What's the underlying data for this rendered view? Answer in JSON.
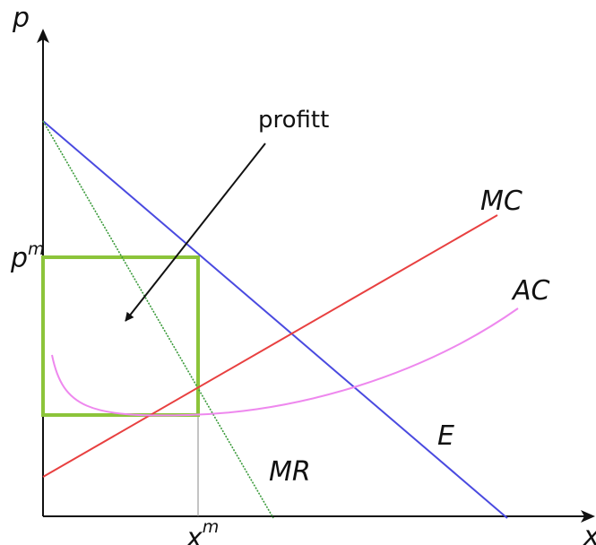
{
  "axes": {
    "y_label": "p",
    "x_label": "x"
  },
  "markers": {
    "price_base": "p",
    "price_sup": "m",
    "quantity_base": "x",
    "quantity_sup": "m"
  },
  "annotation": {
    "profit_label": "profitt"
  },
  "curves": {
    "demand": {
      "label": "E",
      "color": "#4a4ae0"
    },
    "marginal_revenue": {
      "label": "MR",
      "color": "#3a9a3a"
    },
    "marginal_cost": {
      "label": "MC",
      "color": "#e84040"
    },
    "average_cost": {
      "label": "AC",
      "color": "#ee88ee"
    }
  },
  "profit_box_color": "#8cc43a"
}
